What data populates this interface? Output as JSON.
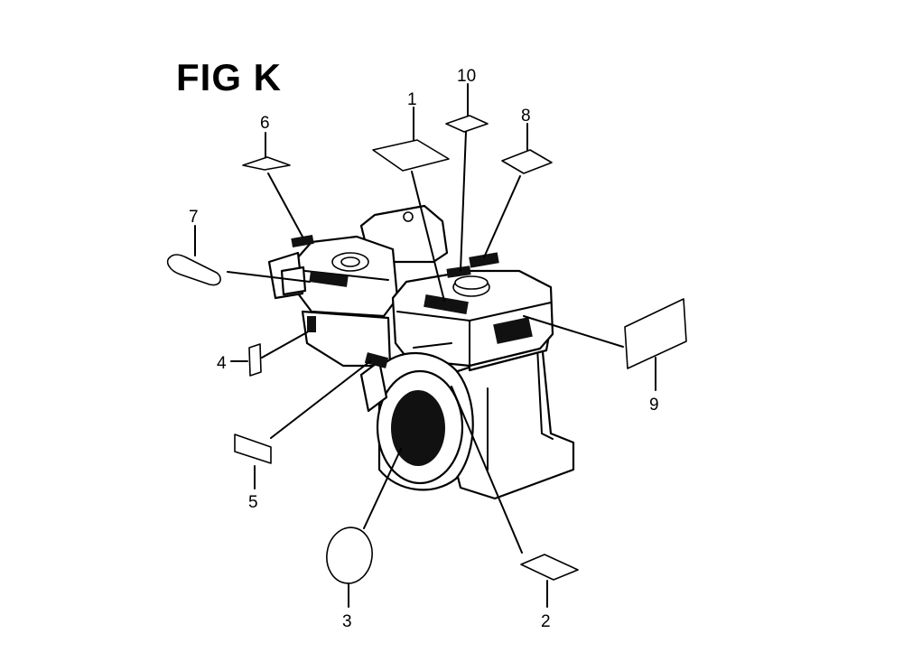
{
  "figure": {
    "title": "FIG K"
  },
  "callouts": [
    "1",
    "2",
    "3",
    "4",
    "5",
    "6",
    "7",
    "8",
    "9",
    "10"
  ]
}
